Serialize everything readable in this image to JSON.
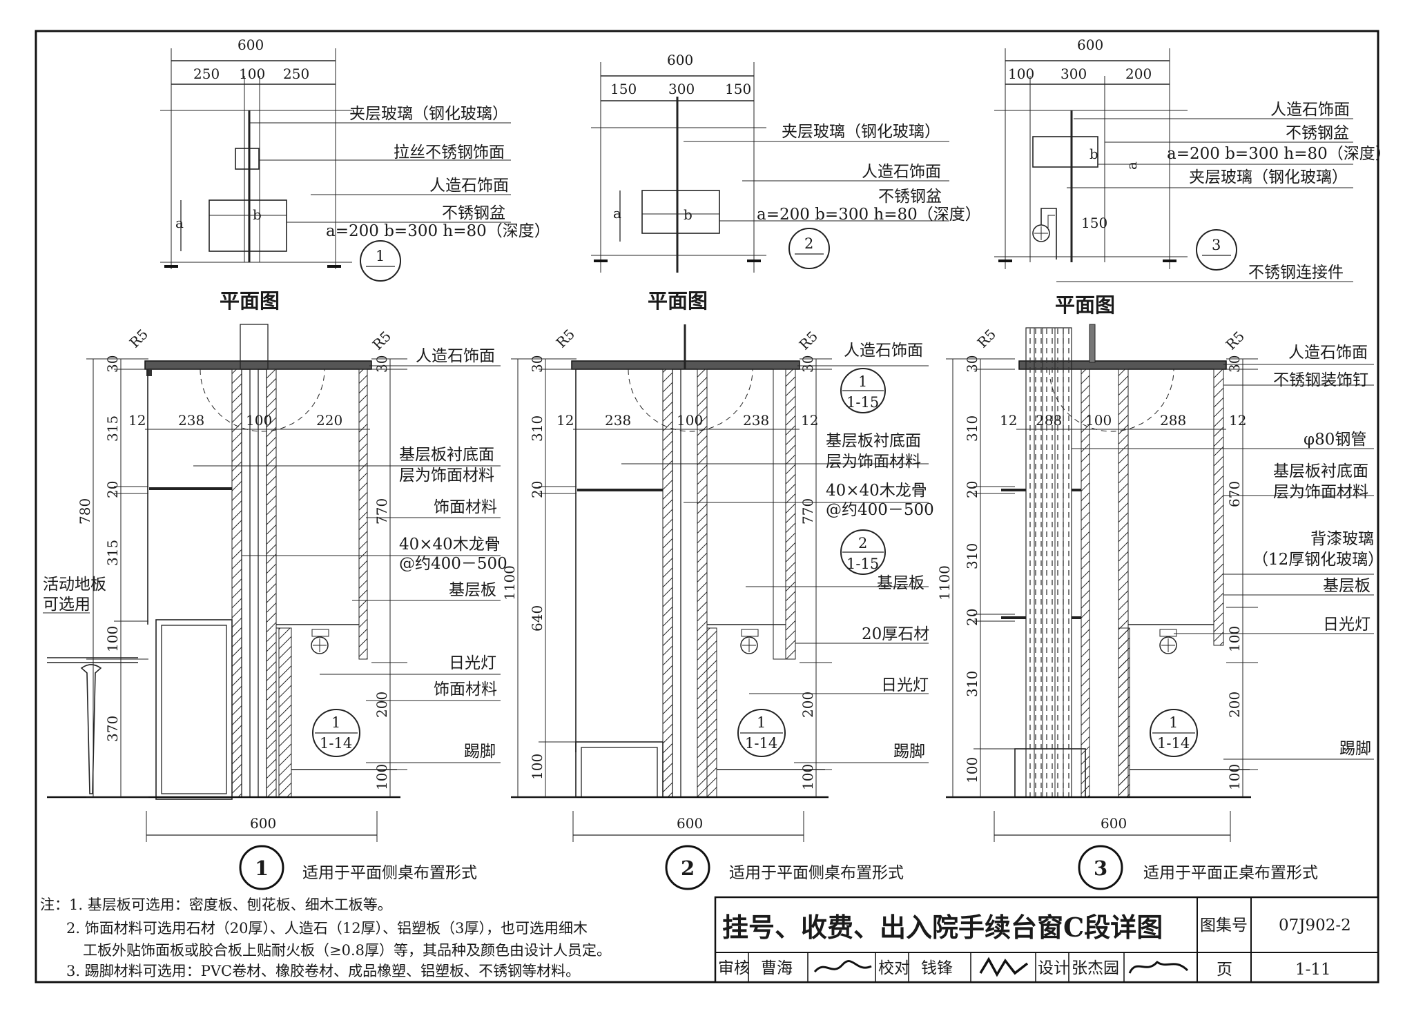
{
  "drawings": [
    {
      "plan": {
        "dims_top": [
          "600",
          "250",
          "100",
          "250"
        ],
        "labels": [
          "夹层玻璃（钢化玻璃）",
          "拉丝不锈钢饰面",
          "人造石饰面",
          "不锈钢盆",
          "a=200 b=300 h=80（深度）"
        ],
        "ab": [
          "a",
          "b"
        ],
        "callout": "1",
        "title": "平面图"
      },
      "section": {
        "radius": [
          "R5",
          "R5"
        ],
        "dims_left": [
          "30",
          "315",
          "20",
          "315",
          "100",
          "370",
          "780"
        ],
        "dims_row": [
          "12",
          "238",
          "100",
          "220"
        ],
        "dims_right": [
          "30",
          "770",
          "200",
          "100"
        ],
        "labels": [
          "人造石饰面",
          "基层板衬底面",
          "层为饰面材料",
          "饰面材料",
          "40×40木龙骨",
          "@约400－500",
          "基层板",
          "日光灯",
          "饰面材料",
          "踢脚"
        ],
        "floor_label": [
          "活动地板",
          "可选用"
        ],
        "callouts": [
          {
            "top": "1",
            "bottom": "1-14"
          }
        ],
        "bottom_dim": "600"
      },
      "caption_num": "1",
      "caption": "适用于平面侧桌布置形式"
    },
    {
      "plan": {
        "dims_top": [
          "600",
          "150",
          "300",
          "150"
        ],
        "labels": [
          "夹层玻璃（钢化玻璃）",
          "人造石饰面",
          "不锈钢盆",
          "a=200 b=300 h=80（深度）"
        ],
        "ab": [
          "a",
          "b"
        ],
        "callout": "2",
        "title": "平面图"
      },
      "section": {
        "radius": [
          "R5",
          "R5"
        ],
        "dims_left": [
          "30",
          "310",
          "20",
          "640",
          "100",
          "1100"
        ],
        "dims_row": [
          "12",
          "238",
          "100",
          "238",
          "12"
        ],
        "dims_right": [
          "30",
          "770",
          "200",
          "100"
        ],
        "labels": [
          "人造石饰面",
          "基层板衬底面",
          "层为饰面材料",
          "40×40木龙骨",
          "@约400－500",
          "基层板",
          "20厚石材",
          "日光灯",
          "踢脚"
        ],
        "callouts": [
          {
            "top": "1",
            "bottom": "1-15"
          },
          {
            "top": "2",
            "bottom": "1-15"
          },
          {
            "top": "1",
            "bottom": "1-14"
          }
        ],
        "bottom_dim": "600"
      },
      "caption_num": "2",
      "caption": "适用于平面侧桌布置形式"
    },
    {
      "plan": {
        "dims_top": [
          "600",
          "100",
          "300",
          "200"
        ],
        "labels": [
          "人造石饰面",
          "不锈钢盆",
          "a=200 b=300 h=80（深度）",
          "夹层玻璃（钢化玻璃）",
          "不锈钢连接件"
        ],
        "ab": [
          "a",
          "b"
        ],
        "dim_150": "150",
        "callout": "3",
        "title": "平面图"
      },
      "section": {
        "radius": [
          "R5",
          "R5"
        ],
        "dims_left": [
          "30",
          "310",
          "20",
          "310",
          "20",
          "310",
          "100",
          "1100"
        ],
        "dims_row": [
          "12",
          "288",
          "100",
          "288",
          "12"
        ],
        "dims_right": [
          "30",
          "670",
          "100",
          "200",
          "100"
        ],
        "labels": [
          "人造石饰面",
          "不锈钢装饰钉",
          "φ80钢管",
          "基层板衬底面",
          "层为饰面材料",
          "背漆玻璃",
          "（12厚钢化玻璃）",
          "基层板",
          "日光灯",
          "踢脚"
        ],
        "callouts": [
          {
            "top": "1",
            "bottom": "1-14"
          }
        ],
        "bottom_dim": "600"
      },
      "caption_num": "3",
      "caption": "适用于平面正桌布置形式"
    }
  ],
  "notes": [
    "注：1. 基层板可选用：密度板、刨花板、细木工板等。",
    "2. 饰面材料可选用石材（20厚）、人造石（12厚）、铝塑板（3厚），也可选用细木",
    "工板外贴饰面板或胶合板上贴耐火板（≥0.8厚）等，其品种及颜色由设计人员定。",
    "3. 踢脚材料可选用：PVC卷材、橡胶卷材、成品橡塑、铝塑板、不锈钢等材料。"
  ],
  "title_block": {
    "title": "挂号、收费、出入院手续台窗C段详图",
    "atlas_label": "图集号",
    "atlas_no": "07J902-2",
    "review_label": "审核",
    "reviewer": "曹海",
    "check_label": "校对",
    "checker": "钱锋",
    "design_label": "设计",
    "designer": "张杰园",
    "page_label": "页",
    "page_no": "1-11"
  }
}
